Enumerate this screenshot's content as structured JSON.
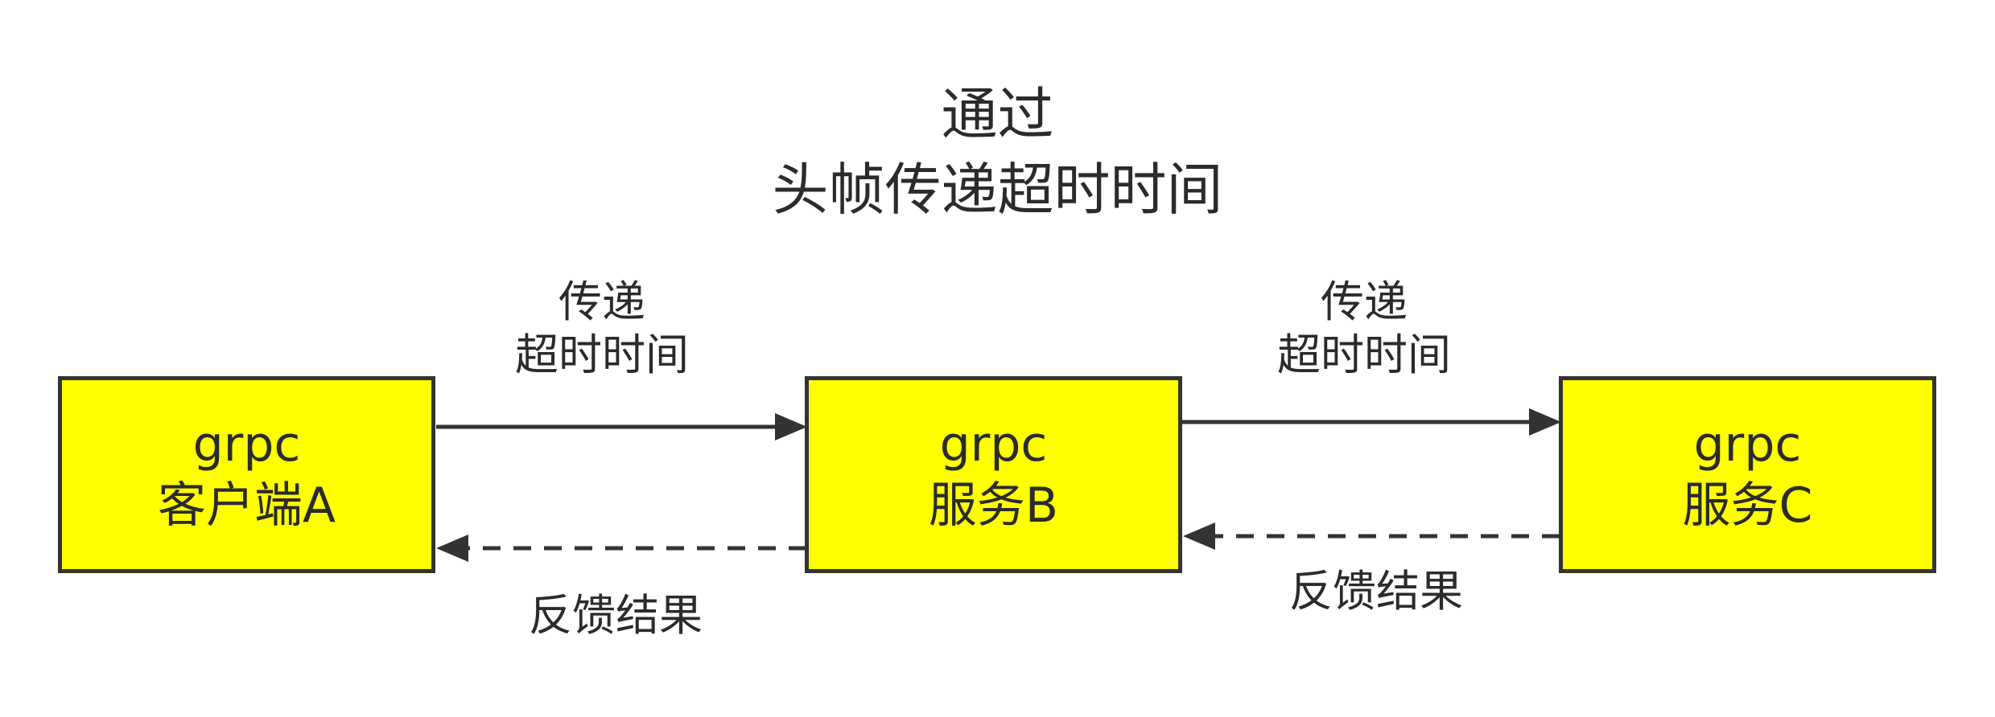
{
  "title": {
    "line1": "通过",
    "line2": "头帧传递超时时间"
  },
  "nodes": [
    {
      "line1": "grpc",
      "line2": "客户端A"
    },
    {
      "line1": "grpc",
      "line2": "服务B"
    },
    {
      "line1": "grpc",
      "line2": "服务C"
    }
  ],
  "edges": {
    "forward": [
      {
        "from": "客户端A",
        "to": "服务B",
        "style": "solid",
        "label_line1": "传递",
        "label_line2": "超时时间"
      },
      {
        "from": "服务B",
        "to": "服务C",
        "style": "solid",
        "label_line1": "传递",
        "label_line2": "超时时间"
      }
    ],
    "feedback": [
      {
        "from": "服务B",
        "to": "客户端A",
        "style": "dashed",
        "label": "反馈结果"
      },
      {
        "from": "服务C",
        "to": "服务B",
        "style": "dashed",
        "label": "反馈结果"
      }
    ]
  },
  "colors": {
    "node_fill": "#ffff00",
    "stroke": "#333333",
    "text": "#2b2b2b",
    "background": "#ffffff"
  }
}
